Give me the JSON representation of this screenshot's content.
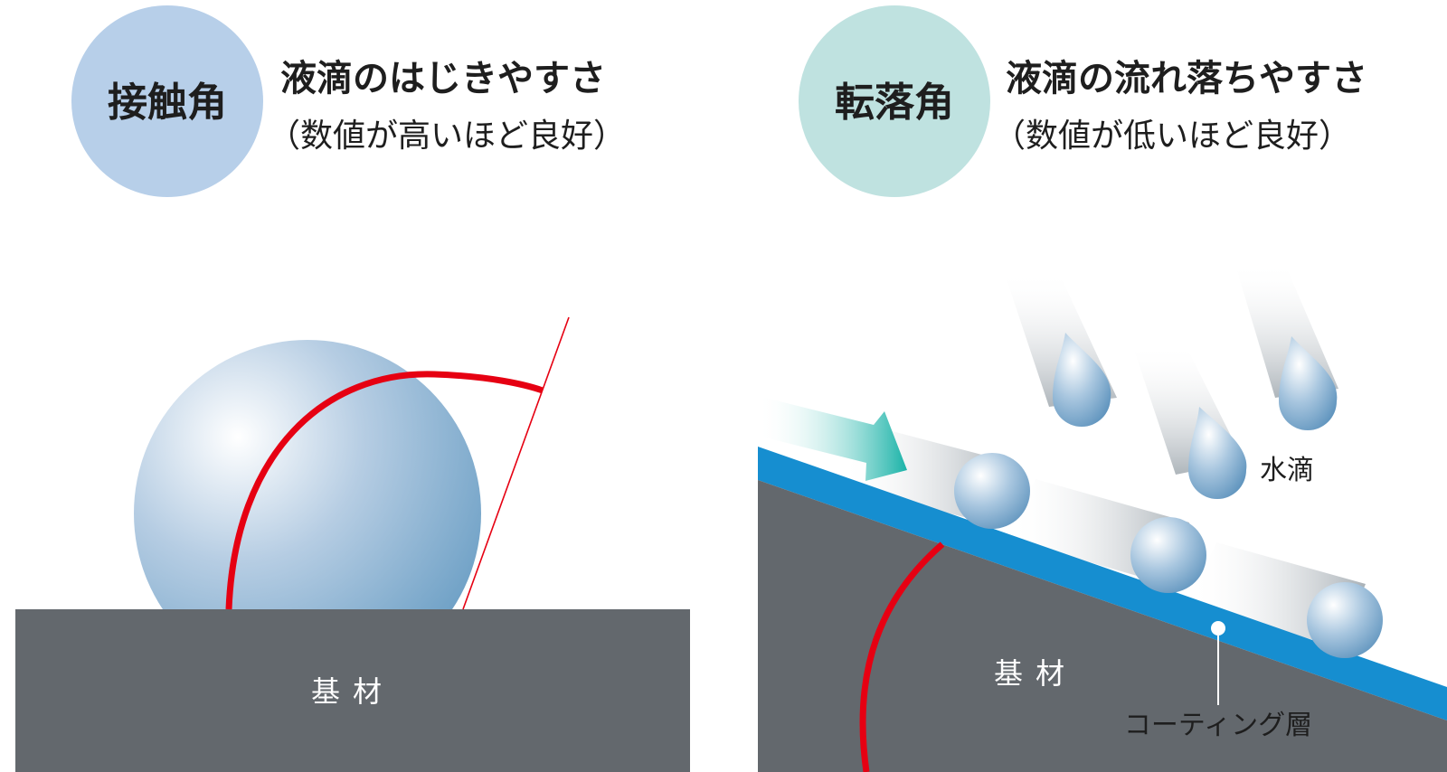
{
  "left_panel": {
    "circle_label": "接触角",
    "title": "液滴のはじきやすさ",
    "subtitle": "（数値が高いほど良好）",
    "base_label": "基材"
  },
  "right_panel": {
    "circle_label": "転落角",
    "title": "液滴の流れ落ちやすさ",
    "subtitle": "（数値が低いほど良好）",
    "base_label": "基材",
    "water_drop_label": "水滴",
    "coating_label": "コーティング層"
  },
  "colors": {
    "left_circle": "#b7cfe9",
    "right_circle": "#bfe2e0",
    "substrate": "#63686d",
    "coating": "#168ed0",
    "angle_arc": "#e60012",
    "arrow": "#1ab3a8"
  }
}
